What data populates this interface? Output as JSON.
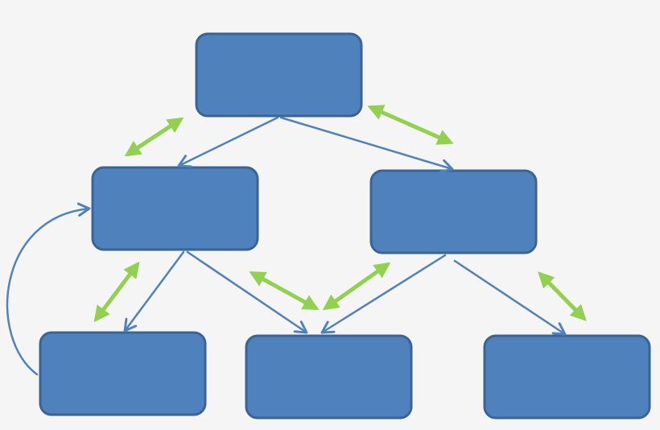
{
  "diagram": {
    "colors": {
      "background": "#f5f5f6",
      "box_fill": "#4f81bd",
      "box_stroke": "#3a6496",
      "connector": "#4f81bd",
      "relation": "#92d050"
    },
    "nodes": [
      {
        "id": "root",
        "label": ""
      },
      {
        "id": "left-child",
        "label": ""
      },
      {
        "id": "right-child",
        "label": ""
      },
      {
        "id": "leaf-1",
        "label": ""
      },
      {
        "id": "leaf-2",
        "label": ""
      },
      {
        "id": "leaf-3",
        "label": ""
      }
    ],
    "edges": [
      {
        "from": "root",
        "to": "left-child"
      },
      {
        "from": "root",
        "to": "right-child"
      },
      {
        "from": "left-child",
        "to": "leaf-1"
      },
      {
        "from": "left-child",
        "to": "leaf-2"
      },
      {
        "from": "right-child",
        "to": "leaf-2"
      },
      {
        "from": "right-child",
        "to": "leaf-3"
      },
      {
        "from": "leaf-1",
        "to": "left-child",
        "style": "curved"
      }
    ],
    "relations": [
      {
        "between": [
          "root",
          "left-child"
        ],
        "style": "double-arrow"
      },
      {
        "between": [
          "root",
          "right-child"
        ],
        "style": "double-arrow"
      },
      {
        "between": [
          "left-child",
          "leaf-1"
        ],
        "style": "double-arrow"
      },
      {
        "between": [
          "left-child",
          "leaf-2"
        ],
        "style": "double-arrow"
      },
      {
        "between": [
          "right-child",
          "leaf-2"
        ],
        "style": "double-arrow"
      },
      {
        "between": [
          "right-child",
          "leaf-3"
        ],
        "style": "double-arrow"
      }
    ]
  }
}
